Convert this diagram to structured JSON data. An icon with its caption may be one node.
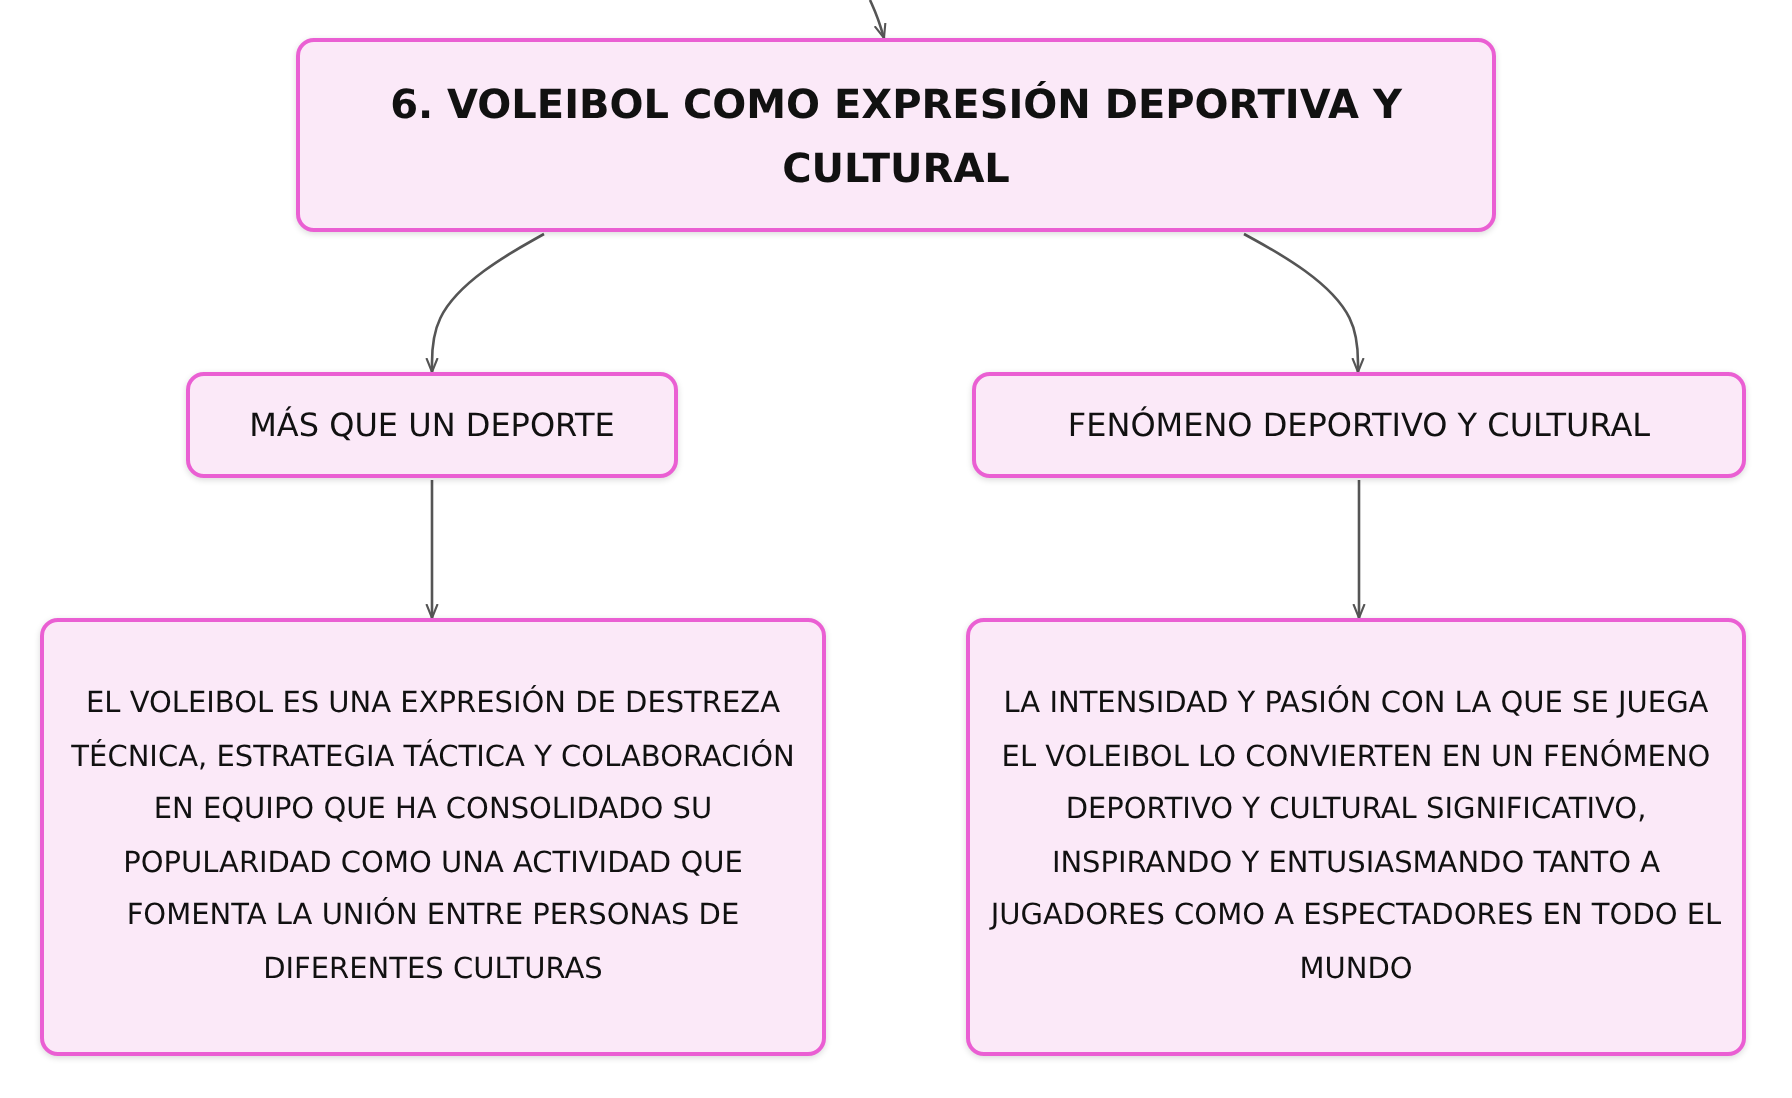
{
  "diagram": {
    "nodes": [
      {
        "text": [
          "6. VOLEIBOL COMO EXPRESIÓN DEPORTIVA Y CULTURAL"
        ]
      },
      {
        "text": [
          "MÁS QUE UN DEPORTE"
        ]
      },
      {
        "text": [
          "FENÓMENO DEPORTIVO Y CULTURAL"
        ]
      },
      {
        "text": [
          "EL VOLEIBOL ES UNA EXPRESIÓN DE DESTREZA TÉCNICA, ESTRATEGIA TÁCTICA Y COLABORACIÓN EN EQUIPO QUE HA CONSOLIDADO SU POPULARIDAD COMO UNA ACTIVIDAD QUE FOMENTA LA UNIÓN ENTRE PERSONAS DE DIFERENTES CULTURAS"
        ]
      },
      {
        "text": [
          "LA INTENSIDAD Y PASIÓN CON LA QUE SE JUEGA EL VOLEIBOL LO CONVIERTEN EN UN FENÓMENO DEPORTIVO Y CULTURAL SIGNIFICATIVO, INSPIRANDO Y ENTUSIASMANDO TANTO A JUGADORES COMO A ESPECTADORES EN TODO EL MUNDO"
        ]
      }
    ],
    "edges": [
      {
        "from": null,
        "to": 0,
        "arrow": "to"
      },
      {
        "from": 0,
        "to": 1,
        "arrow": "to"
      },
      {
        "from": 0,
        "to": 2,
        "arrow": "to"
      },
      {
        "from": 1,
        "to": 3,
        "arrow": "to"
      },
      {
        "from": 2,
        "to": 4,
        "arrow": "to"
      }
    ]
  }
}
